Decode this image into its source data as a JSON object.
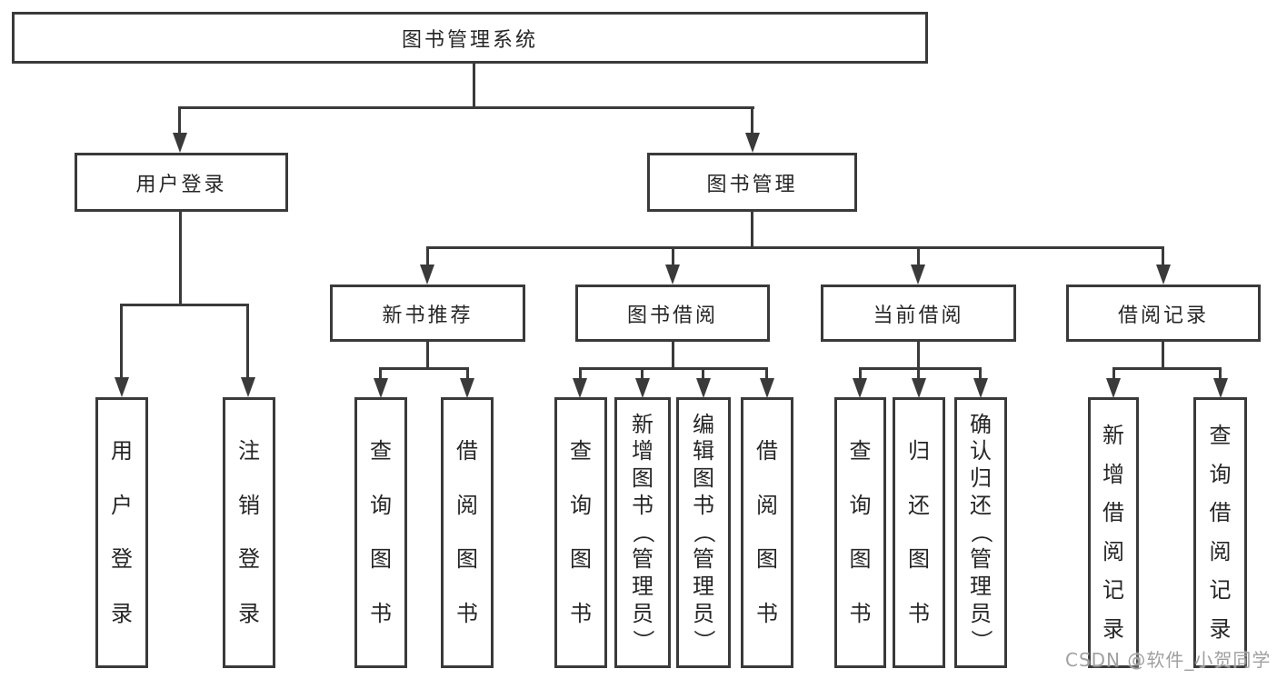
{
  "tree": {
    "label": "图书管理系统",
    "children": [
      {
        "label": "用户登录",
        "children": [
          {
            "label": "用户登录"
          },
          {
            "label": "注销登录"
          }
        ]
      },
      {
        "label": "图书管理",
        "children": [
          {
            "label": "新书推荐",
            "children": [
              {
                "label": "查询图书"
              },
              {
                "label": "借阅图书"
              }
            ]
          },
          {
            "label": "图书借阅",
            "children": [
              {
                "label": "查询图书"
              },
              {
                "label": "新增图书（管理员）"
              },
              {
                "label": "编辑图书（管理员）"
              },
              {
                "label": "借阅图书"
              }
            ]
          },
          {
            "label": "当前借阅",
            "children": [
              {
                "label": "查询图书"
              },
              {
                "label": "归还图书"
              },
              {
                "label": "确认归还（管理员）"
              }
            ]
          },
          {
            "label": "借阅记录",
            "children": [
              {
                "label": "新增借阅记录"
              },
              {
                "label": "查询借阅记录"
              }
            ]
          }
        ]
      }
    ]
  },
  "watermark": {
    "text": "CSDN @软件_小贺同学"
  },
  "colors": {
    "line": "#3a3a3a",
    "text": "#262626",
    "watermark": "#a0a0a0",
    "background": "#ffffff"
  }
}
